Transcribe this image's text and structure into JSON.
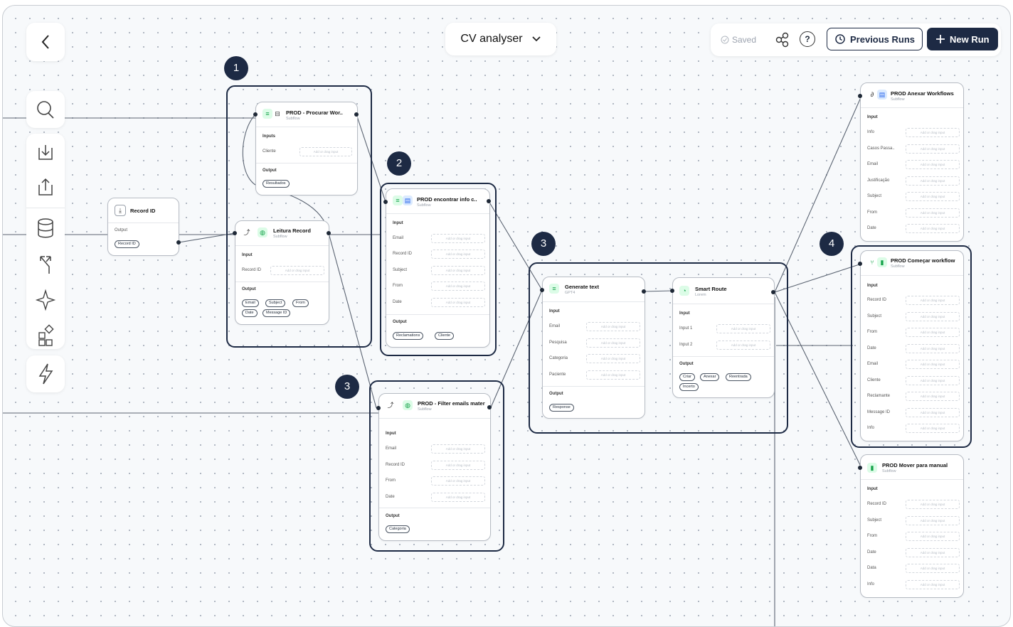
{
  "header": {
    "flow_name": "CV analyser",
    "saved": "Saved",
    "previous_runs": "Previous Runs",
    "new_run": "New Run"
  },
  "icons": {
    "back": "chevron-left-icon",
    "dropdown": "chevron-down-icon",
    "share": "share-icon",
    "help": "question-icon",
    "history": "history-icon",
    "plus": "plus-icon",
    "search": "search-icon",
    "import": "import-icon",
    "export": "export-icon",
    "database": "database-icon",
    "branch": "branch-icon",
    "sparkle": "sparkle-icon",
    "widgets": "widgets-icon",
    "lightning": "lightning-icon"
  },
  "badges": [
    "1",
    "2",
    "3",
    "3",
    "4"
  ],
  "placeholder": "Add or drag input",
  "labels": {
    "input": "Input",
    "inputs": "Inputs",
    "output": "Output",
    "subflow": "Subflow"
  },
  "nodes": {
    "record_id": {
      "title": "Record ID",
      "output_label": "Output",
      "chips": [
        "Record ID"
      ]
    },
    "procurar": {
      "title": "PROD - Procurar Wor..",
      "sub": "Subflow",
      "inputs": [
        "Cliente"
      ],
      "chips": [
        "Resultados"
      ]
    },
    "leitura": {
      "title": "Leitura Record",
      "sub": "Subflow",
      "inputs": [
        "Record ID"
      ],
      "chips": [
        "Email",
        "Subject",
        "From",
        "Date",
        "Message ID"
      ]
    },
    "encontrar": {
      "title": "PROD encontrar info c..",
      "sub": "Subflow",
      "inputs": [
        "Email",
        "Record ID",
        "Subject",
        "From",
        "Date"
      ],
      "chips": [
        "Reclamations",
        "Cliente"
      ]
    },
    "filter": {
      "title": "PROD - Filter emails mater",
      "sub": "Subflow",
      "inputs": [
        "Email",
        "Record ID",
        "From",
        "Date"
      ],
      "chips": [
        "Categoria"
      ]
    },
    "generate": {
      "title": "Generate text",
      "sub": "GPT4",
      "inputs": [
        "Email",
        "Pesquisa",
        "Categoria",
        "Paciente"
      ],
      "chips": [
        "Response"
      ]
    },
    "smart": {
      "title": "Smart Route",
      "sub": "Lorem",
      "inputs": [
        "Input 1",
        "Input 2"
      ],
      "chips": [
        "Criar",
        "Anexar",
        "Reentrada",
        "Incerto"
      ]
    },
    "anexar": {
      "title": "PROD Anexar Workflows",
      "sub": "Subflow",
      "inputs": [
        "Info",
        "Casos Passa..",
        "Email",
        "Justificação",
        "Subject",
        "From",
        "Date"
      ]
    },
    "comecar": {
      "title": "PROD Começar workflow",
      "sub": "Subflow",
      "inputs": [
        "Record ID",
        "Subject",
        "From",
        "Date",
        "Email",
        "Cliente",
        "Reclamante",
        "Message ID",
        "Info"
      ]
    },
    "mover": {
      "title": "PROD Mover para manual",
      "sub": "Subflow",
      "inputs": [
        "Record ID",
        "Subject",
        "From",
        "Date",
        "Data",
        "Info"
      ]
    }
  },
  "colors": {
    "accent": "#1d2a44",
    "node_border": "#b7bcc4",
    "icon_green": "#dcfce7",
    "icon_blue": "#dbeafe"
  }
}
